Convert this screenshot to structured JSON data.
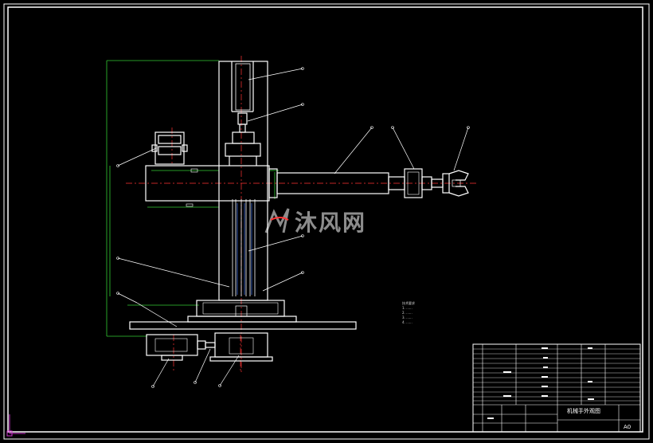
{
  "watermark": {
    "text": "沐风网"
  },
  "title_block": {
    "drawing_name": "机械手外观图",
    "sheet_size": "A0"
  },
  "tech_notes": [
    "技术要求",
    "1. ......",
    "2. ......",
    "3. ......",
    "4. ......"
  ],
  "colors": {
    "background": "#000000",
    "outline": "#ffffff",
    "dimension": "#33cc33",
    "centerline": "#ff3333",
    "leader": "#ffffff",
    "hatch": "#3b6bd6"
  }
}
